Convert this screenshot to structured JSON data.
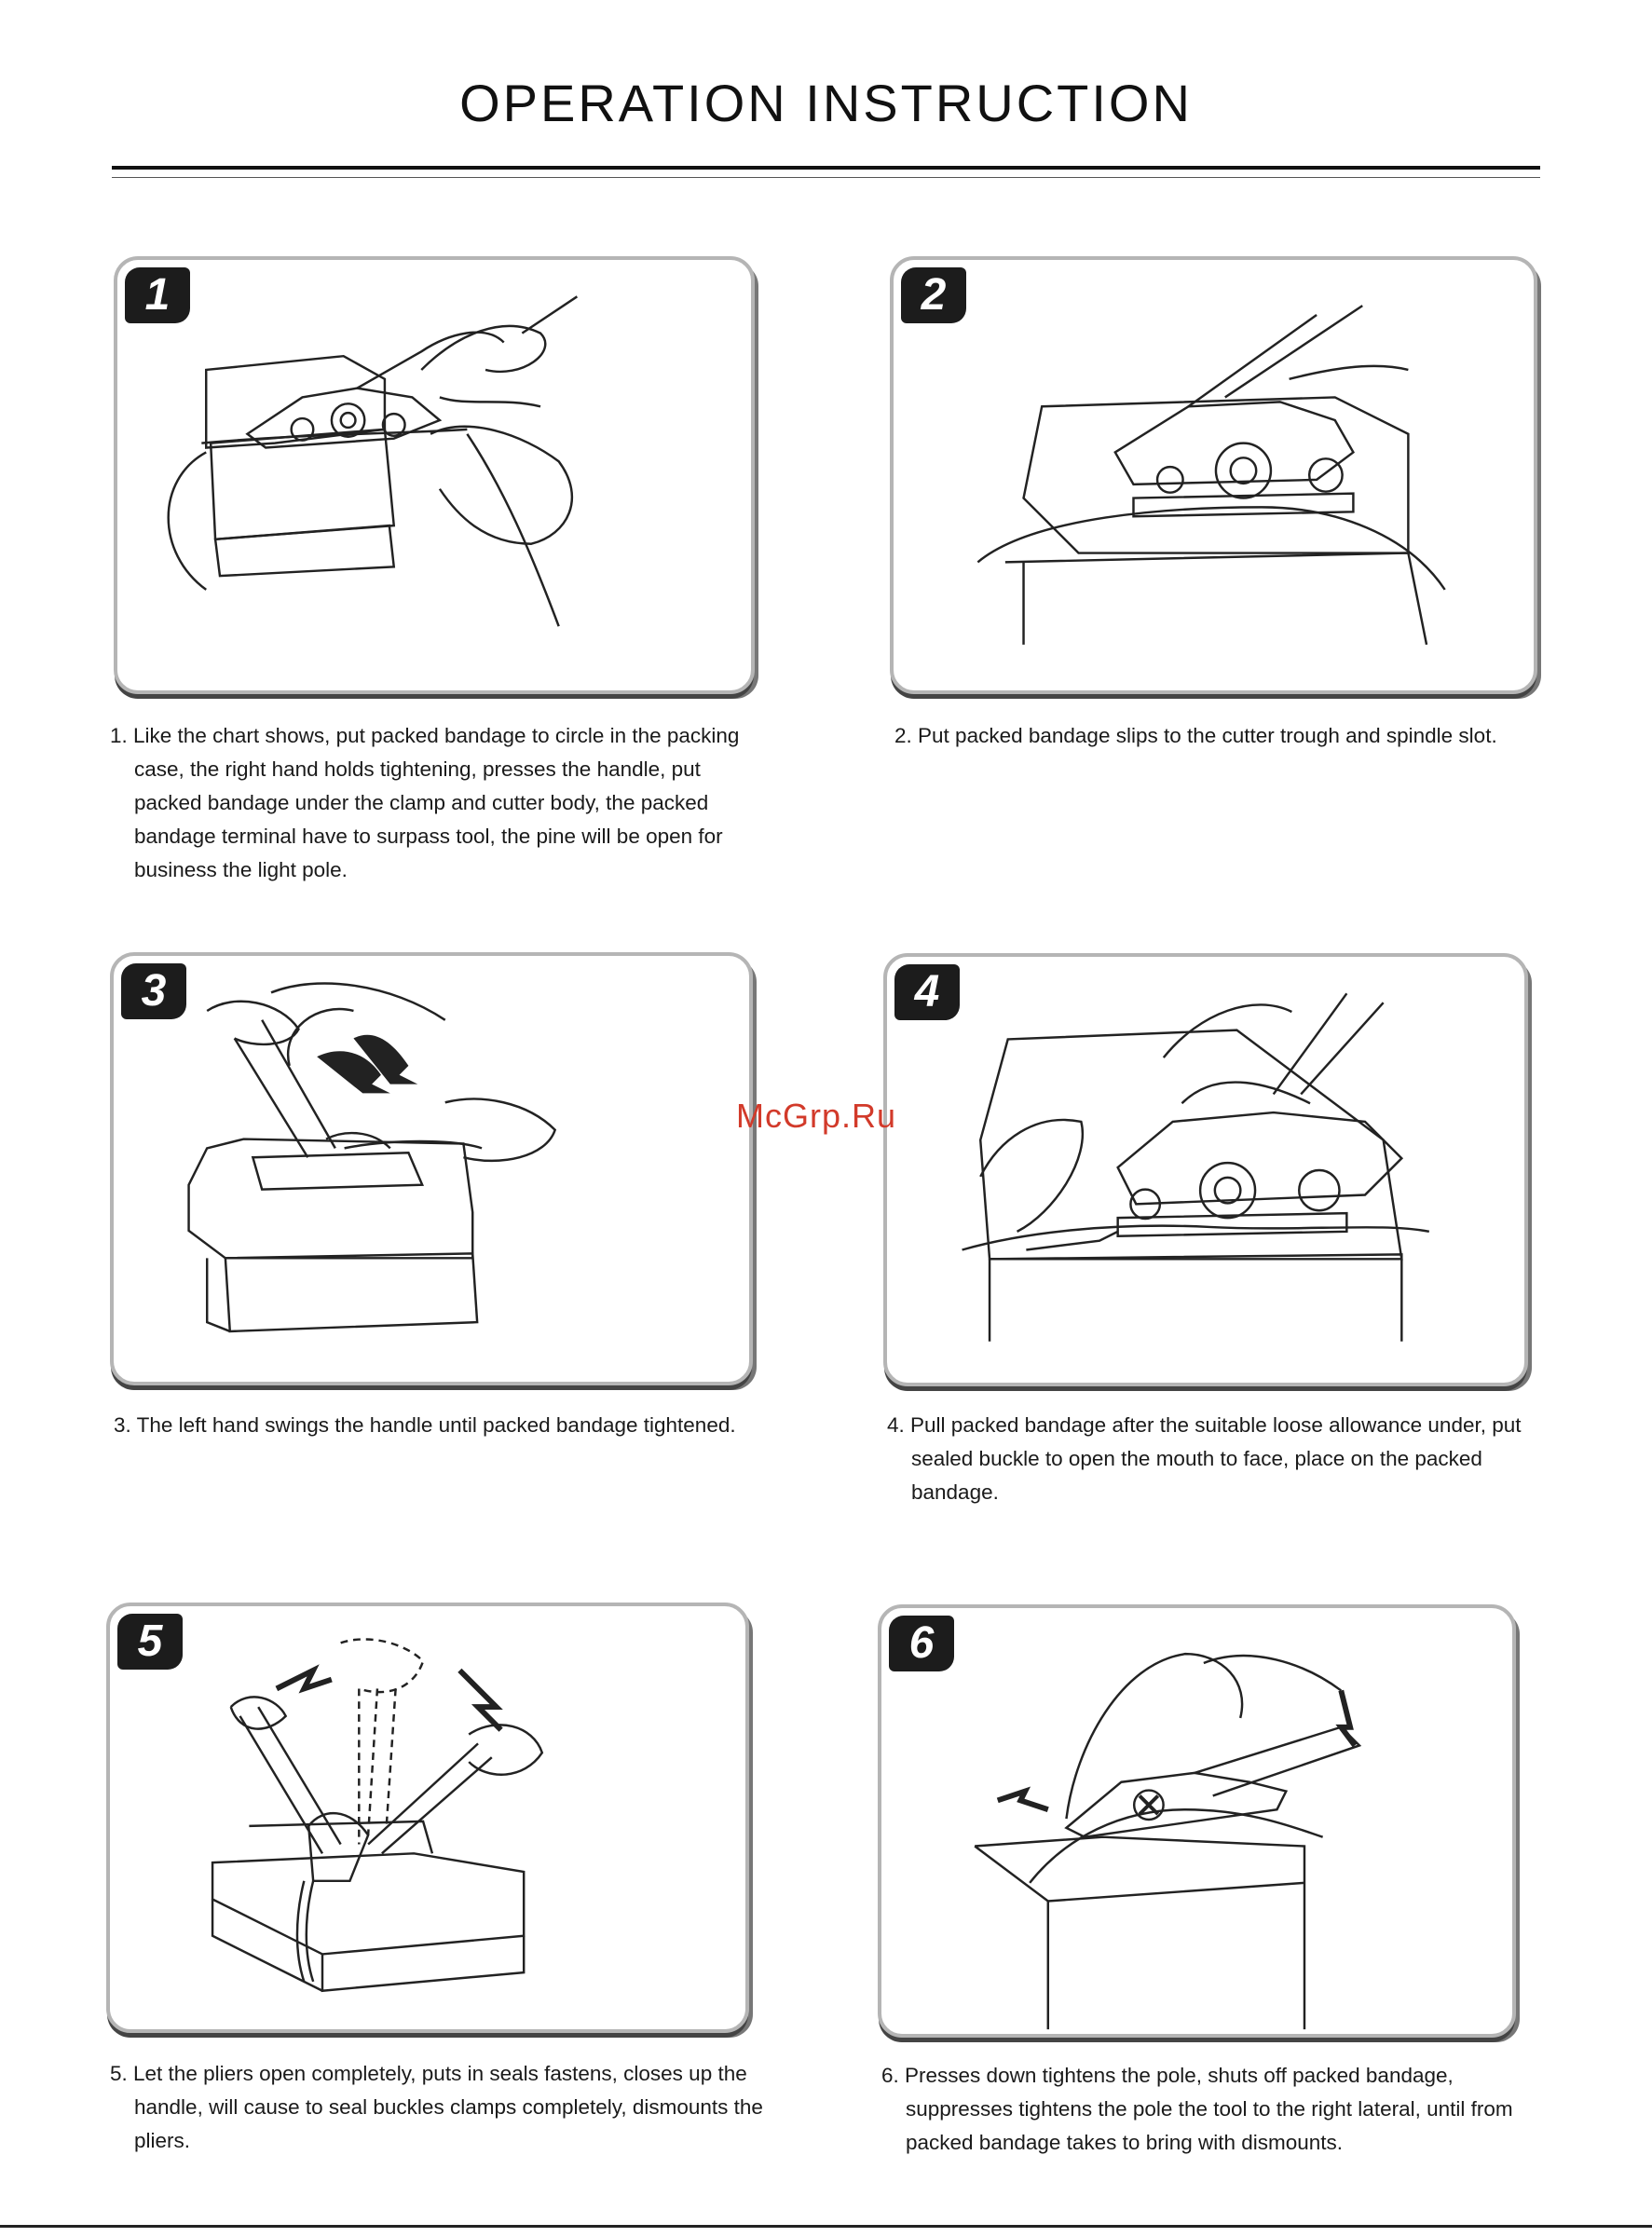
{
  "page": {
    "title": "OPERATION INSTRUCTION",
    "watermark": "McGrp.Ru"
  },
  "steps": [
    {
      "number": "1",
      "index": "1.",
      "text": "Like the chart shows, put packed bandage to circle in the packing case, the right hand holds tightening, presses the handle, put packed bandage under the clamp and cutter body, the packed bandage terminal have to surpass tool, the pine will be open for business the light pole."
    },
    {
      "number": "2",
      "index": "2.",
      "text": "Put packed bandage slips to the cutter trough and spindle slot."
    },
    {
      "number": "3",
      "index": "3.",
      "text": "The left hand swings the handle until packed bandage tightened."
    },
    {
      "number": "4",
      "index": "4.",
      "text": "Pull packed bandage after the suitable loose allowance under, put sealed buckle to open the mouth to face, place on the packed bandage."
    },
    {
      "number": "5",
      "index": "5.",
      "text": "Let the pliers open completely, puts in seals fastens, closes up the handle, will cause to seal buckles clamps completely, dismounts the pliers."
    },
    {
      "number": "6",
      "index": "6.",
      "text": "Presses down tightens the pole, shuts off packed bandage, suppresses tightens the pole the tool to the right lateral, until from packed bandage takes to bring with dismounts."
    }
  ]
}
